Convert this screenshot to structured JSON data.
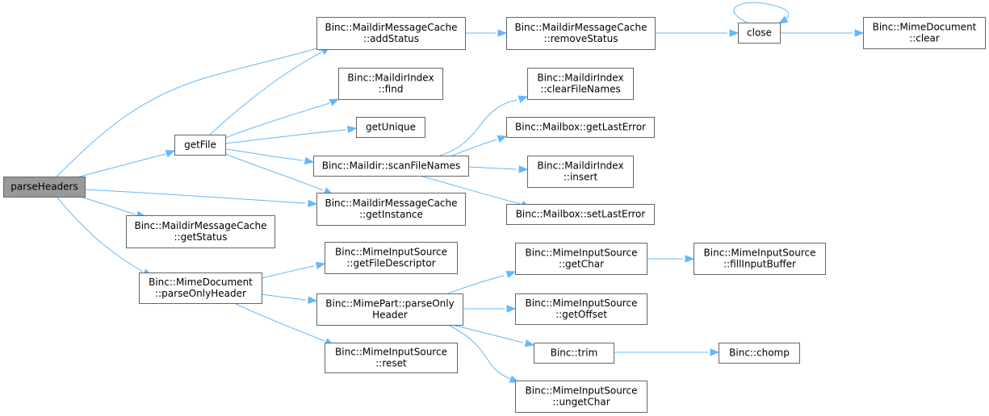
{
  "graph": {
    "nodes": [
      {
        "id": "parseHeaders",
        "lines": [
          "parseHeaders"
        ],
        "root": true
      },
      {
        "id": "getFile",
        "lines": [
          "getFile"
        ]
      },
      {
        "id": "getStatus",
        "lines": [
          "Binc::MaildirMessageCache",
          "::getStatus"
        ]
      },
      {
        "id": "parseOnlyHeaderDoc",
        "lines": [
          "Binc::MimeDocument",
          "::parseOnlyHeader"
        ]
      },
      {
        "id": "addStatus",
        "lines": [
          "Binc::MaildirMessageCache",
          "::addStatus"
        ]
      },
      {
        "id": "find",
        "lines": [
          "Binc::MaildirIndex",
          "::find"
        ]
      },
      {
        "id": "getUnique",
        "lines": [
          "getUnique"
        ]
      },
      {
        "id": "scanFileNames",
        "lines": [
          "Binc::Maildir::scanFileNames"
        ]
      },
      {
        "id": "getInstance",
        "lines": [
          "Binc::MaildirMessageCache",
          "::getInstance"
        ]
      },
      {
        "id": "getFileDescriptor",
        "lines": [
          "Binc::MimeInputSource",
          "::getFileDescriptor"
        ]
      },
      {
        "id": "parseOnlyHeaderPart",
        "lines": [
          "Binc::MimePart::parseOnly",
          "Header"
        ]
      },
      {
        "id": "reset",
        "lines": [
          "Binc::MimeInputSource",
          "::reset"
        ]
      },
      {
        "id": "removeStatus",
        "lines": [
          "Binc::MaildirMessageCache",
          "::removeStatus"
        ]
      },
      {
        "id": "clearFileNames",
        "lines": [
          "Binc::MaildirIndex",
          "::clearFileNames"
        ]
      },
      {
        "id": "getLastError",
        "lines": [
          "Binc::Mailbox::getLastError"
        ]
      },
      {
        "id": "insert",
        "lines": [
          "Binc::MaildirIndex",
          "::insert"
        ]
      },
      {
        "id": "setLastError",
        "lines": [
          "Binc::Mailbox::setLastError"
        ]
      },
      {
        "id": "getChar",
        "lines": [
          "Binc::MimeInputSource",
          "::getChar"
        ]
      },
      {
        "id": "getOffset",
        "lines": [
          "Binc::MimeInputSource",
          "::getOffset"
        ]
      },
      {
        "id": "trim",
        "lines": [
          "Binc::trim"
        ]
      },
      {
        "id": "ungetChar",
        "lines": [
          "Binc::MimeInputSource",
          "::ungetChar"
        ]
      },
      {
        "id": "close",
        "lines": [
          "close"
        ]
      },
      {
        "id": "fillInputBuffer",
        "lines": [
          "Binc::MimeInputSource",
          "::fillInputBuffer"
        ]
      },
      {
        "id": "chomp",
        "lines": [
          "Binc::chomp"
        ]
      },
      {
        "id": "mimeClear",
        "lines": [
          "Binc::MimeDocument",
          "::clear"
        ]
      }
    ],
    "edges": [
      {
        "from": "parseHeaders",
        "to": "getFile"
      },
      {
        "from": "parseHeaders",
        "to": "addStatus"
      },
      {
        "from": "parseHeaders",
        "to": "getInstance"
      },
      {
        "from": "parseHeaders",
        "to": "getStatus"
      },
      {
        "from": "parseHeaders",
        "to": "parseOnlyHeaderDoc"
      },
      {
        "from": "getFile",
        "to": "addStatus"
      },
      {
        "from": "getFile",
        "to": "find"
      },
      {
        "from": "getFile",
        "to": "getUnique"
      },
      {
        "from": "getFile",
        "to": "scanFileNames"
      },
      {
        "from": "getFile",
        "to": "getInstance"
      },
      {
        "from": "addStatus",
        "to": "removeStatus"
      },
      {
        "from": "removeStatus",
        "to": "close"
      },
      {
        "from": "close",
        "to": "close"
      },
      {
        "from": "close",
        "to": "mimeClear"
      },
      {
        "from": "scanFileNames",
        "to": "clearFileNames"
      },
      {
        "from": "scanFileNames",
        "to": "getLastError"
      },
      {
        "from": "scanFileNames",
        "to": "insert"
      },
      {
        "from": "scanFileNames",
        "to": "setLastError"
      },
      {
        "from": "parseOnlyHeaderDoc",
        "to": "getFileDescriptor"
      },
      {
        "from": "parseOnlyHeaderDoc",
        "to": "parseOnlyHeaderPart"
      },
      {
        "from": "parseOnlyHeaderDoc",
        "to": "reset"
      },
      {
        "from": "parseOnlyHeaderPart",
        "to": "getChar"
      },
      {
        "from": "parseOnlyHeaderPart",
        "to": "getOffset"
      },
      {
        "from": "parseOnlyHeaderPart",
        "to": "trim"
      },
      {
        "from": "parseOnlyHeaderPart",
        "to": "ungetChar"
      },
      {
        "from": "getChar",
        "to": "fillInputBuffer"
      },
      {
        "from": "trim",
        "to": "chomp"
      }
    ],
    "colors": {
      "edge": "#63b8ff",
      "root_fill": "#999999",
      "border": "#666666"
    }
  }
}
